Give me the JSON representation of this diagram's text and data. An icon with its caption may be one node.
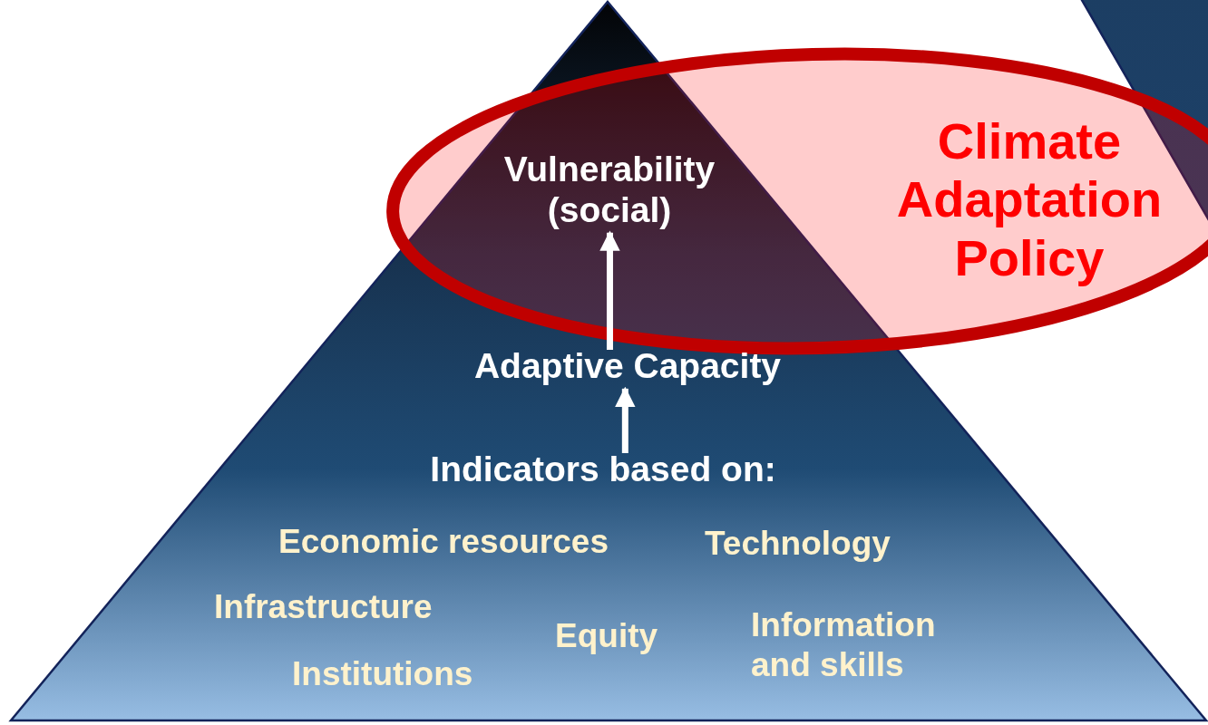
{
  "diagram": {
    "nodes": [
      {
        "text": [],
        "shape": "triangle"
      },
      {
        "text": [
          "Vulnerability (social)"
        ],
        "in": 4
      },
      {
        "text": [
          "Adaptive Capacity"
        ],
        "in": 0
      },
      {
        "text": [
          "Indicators based on:"
        ],
        "in": 0
      },
      {
        "text": [
          "Climate Adaptation Policy"
        ]
      },
      {
        "text": [],
        "shape": "triangle"
      }
    ],
    "edges": [
      {
        "from": 2,
        "to": 1,
        "arrow": "to"
      },
      {
        "from": 3,
        "to": 2,
        "arrow": "to"
      }
    ],
    "labels": [
      "Economic resources",
      "Technology",
      "Infrastructure",
      "Equity",
      "Information and skills",
      "Institutions"
    ]
  }
}
